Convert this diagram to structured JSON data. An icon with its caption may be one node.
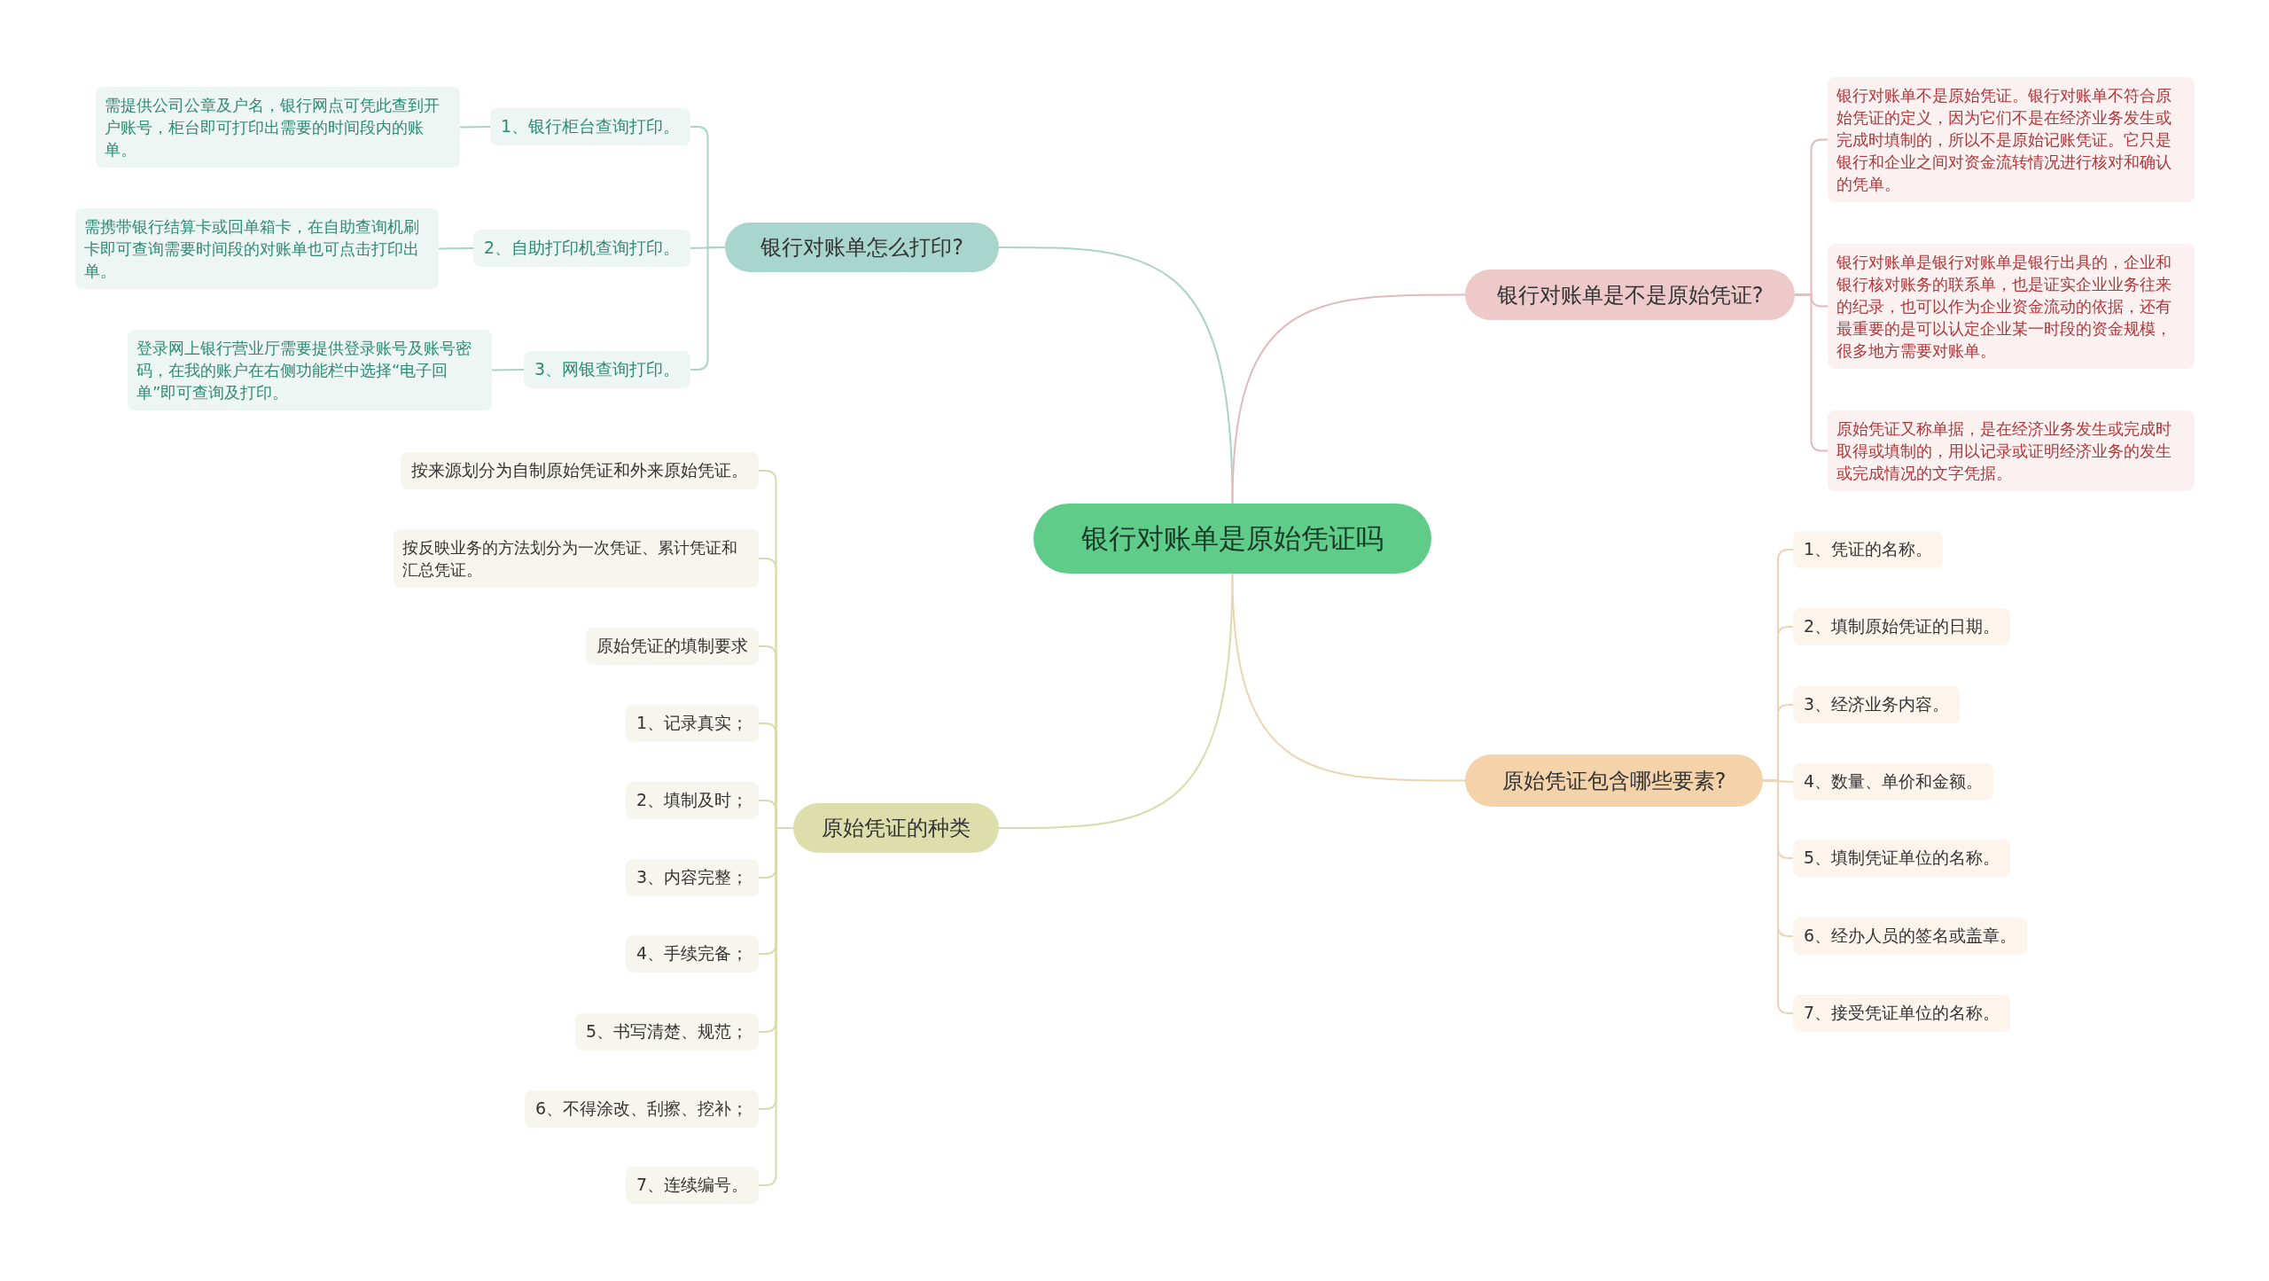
{
  "diagram": {
    "nodes": [
      {
        "text": [
          "银行对账单是原始凭证吗"
        ]
      },
      {
        "text": [
          "银行对账单怎么打印?"
        ]
      },
      {
        "text": [
          "1、银行柜台查询打印。"
        ]
      },
      {
        "text": [
          "需提供公司公章及户名，银行网点可凭此查到开户账号，柜台即可打印出需要的时间段内的账单。"
        ]
      },
      {
        "text": [
          "2、自助打印机查询打印。"
        ]
      },
      {
        "text": [
          "需携带银行结算卡或回单箱卡，在自助查询机刷卡即可查询需要时间段的对账单也可点击打印出单。"
        ]
      },
      {
        "text": [
          "3、网银查询打印。"
        ]
      },
      {
        "text": [
          "登录网上银行营业厅需要提供登录账号及账号密码，在我的账户在右侧功能栏中选择“电子回单”即可查询及打印。"
        ]
      },
      {
        "text": [
          "原始凭证的种类"
        ]
      },
      {
        "text": [
          "按来源划分为自制原始凭证和外来原始凭证。"
        ]
      },
      {
        "text": [
          "按反映业务的方法划分为一次凭证、累计凭证和汇总凭证。"
        ]
      },
      {
        "text": [
          "原始凭证的填制要求"
        ]
      },
      {
        "text": [
          "1、记录真实；"
        ]
      },
      {
        "text": [
          "2、填制及时；"
        ]
      },
      {
        "text": [
          "3、内容完整；"
        ]
      },
      {
        "text": [
          "4、手续完备；"
        ]
      },
      {
        "text": [
          "5、书写清楚、规范；"
        ]
      },
      {
        "text": [
          "6、不得涂改、刮擦、挖补；"
        ]
      },
      {
        "text": [
          "7、连续编号。"
        ]
      },
      {
        "text": [
          "银行对账单是不是原始凭证?"
        ]
      },
      {
        "text": [
          "银行对账单不是原始凭证。银行对账单不符合原始凭证的定义，因为它们不是在经济业务发生或完成时填制的，所以不是原始记账凭证。它只是银行和企业之间对资金流转情况进行核对和确认的凭单。"
        ]
      },
      {
        "text": [
          "银行对账单是银行对账单是银行出具的，企业和银行核对账务的联系单，也是证实企业业务往来的纪录，也可以作为企业资金流动的依据，还有最重要的是可以认定企业某一时段的资金规模，很多地方需要对账单。"
        ]
      },
      {
        "text": [
          "原始凭证又称单据，是在经济业务发生或完成时取得或填制的，用以记录或证明经济业务的发生或完成情况的文字凭据。"
        ]
      },
      {
        "text": [
          "原始凭证包含哪些要素?"
        ]
      },
      {
        "text": [
          "1、凭证的名称。"
        ]
      },
      {
        "text": [
          "2、填制原始凭证的日期。"
        ]
      },
      {
        "text": [
          "3、经济业务内容。"
        ]
      },
      {
        "text": [
          "4、数量、单价和金额。"
        ]
      },
      {
        "text": [
          "5、填制凭证单位的名称。"
        ]
      },
      {
        "text": [
          "6、经办人员的签名或盖章。"
        ]
      },
      {
        "text": [
          "7、接受凭证单位的名称。"
        ]
      }
    ],
    "edges": [
      {
        "from": 0,
        "to": 1,
        "arrow": "none",
        "color": "#a9d3c9"
      },
      {
        "from": 1,
        "to": 2,
        "arrow": "none",
        "color": "#a9d3c9"
      },
      {
        "from": 2,
        "to": 3,
        "arrow": "none",
        "color": "#a9d3c9"
      },
      {
        "from": 1,
        "to": 4,
        "arrow": "none",
        "color": "#a9d3c9"
      },
      {
        "from": 4,
        "to": 5,
        "arrow": "none",
        "color": "#a9d3c9"
      },
      {
        "from": 1,
        "to": 6,
        "arrow": "none",
        "color": "#a9d3c9"
      },
      {
        "from": 6,
        "to": 7,
        "arrow": "none",
        "color": "#a9d3c9"
      },
      {
        "from": 0,
        "to": 8,
        "arrow": "none"
      },
      {
        "from": 8,
        "to": 9,
        "arrow": "none"
      },
      {
        "from": 8,
        "to": 10,
        "arrow": "none"
      },
      {
        "from": 8,
        "to": 11,
        "arrow": "none"
      },
      {
        "from": 8,
        "to": 12,
        "arrow": "none"
      },
      {
        "from": 8,
        "to": 13,
        "arrow": "none"
      },
      {
        "from": 8,
        "to": 14,
        "arrow": "none"
      },
      {
        "from": 8,
        "to": 15,
        "arrow": "none"
      },
      {
        "from": 8,
        "to": 16,
        "arrow": "none"
      },
      {
        "from": 8,
        "to": 17,
        "arrow": "none"
      },
      {
        "from": 8,
        "to": 18,
        "arrow": "none"
      },
      {
        "from": 0,
        "to": 19,
        "arrow": "none",
        "color": "#e3b9b9"
      },
      {
        "from": 19,
        "to": 20,
        "arrow": "none",
        "color": "#e3b9b9"
      },
      {
        "from": 19,
        "to": 21,
        "arrow": "none",
        "color": "#e3b9b9"
      },
      {
        "from": 19,
        "to": 22,
        "arrow": "none",
        "color": "#e3b9b9"
      },
      {
        "from": 0,
        "to": 23,
        "arrow": "none",
        "color": "#efd3ae"
      },
      {
        "from": 23,
        "to": 24,
        "arrow": "none",
        "color": "#efd3ae"
      },
      {
        "from": 23,
        "to": 25,
        "arrow": "none",
        "color": "#efd3ae"
      },
      {
        "from": 23,
        "to": 26,
        "arrow": "none",
        "color": "#efd3ae"
      },
      {
        "from": 23,
        "to": 27,
        "arrow": "none",
        "color": "#efd3ae"
      },
      {
        "from": 23,
        "to": 28,
        "arrow": "none",
        "color": "#efd3ae"
      },
      {
        "from": 23,
        "to": 29,
        "arrow": "none",
        "color": "#efd3ae"
      },
      {
        "from": 23,
        "to": 30,
        "arrow": "none",
        "color": "#efd3ae"
      }
    ]
  }
}
